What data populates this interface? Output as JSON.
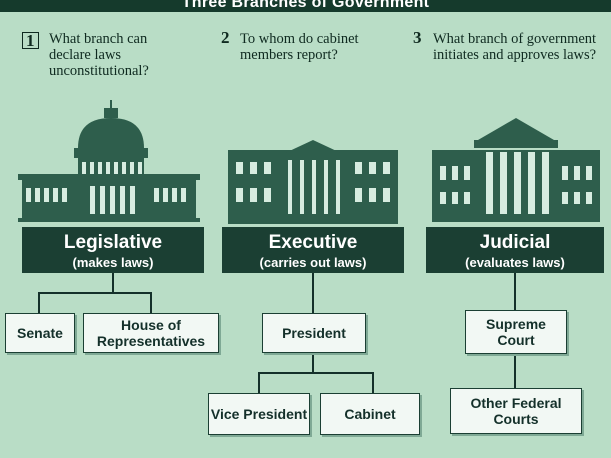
{
  "title": "Three Branches of Government",
  "questions": [
    {
      "number": "1",
      "text": "What branch can declare laws unconstitutional?"
    },
    {
      "number": "2",
      "text": "To whom do cabinet members report?"
    },
    {
      "number": "3",
      "text": "What branch of government initiates and approves laws?"
    }
  ],
  "branches": {
    "legislative": {
      "name": "Legislative",
      "description": "(makes laws)"
    },
    "executive": {
      "name": "Executive",
      "description": "(carries out laws)"
    },
    "judicial": {
      "name": "Judicial",
      "description": "(evaluates laws)"
    }
  },
  "nodes": {
    "senate": "Senate",
    "house": "House of Representatives",
    "president": "President",
    "vice_president": "Vice President",
    "cabinet": "Cabinet",
    "supreme_court": "Supreme Court",
    "other_courts": "Other Federal Courts"
  },
  "colors": {
    "background": "#b9ddc6",
    "dark_green": "#1b3f33",
    "box_fill": "#f2f8f4"
  },
  "icons": [
    "capitol-building-icon",
    "white-house-icon",
    "supreme-court-icon"
  ]
}
